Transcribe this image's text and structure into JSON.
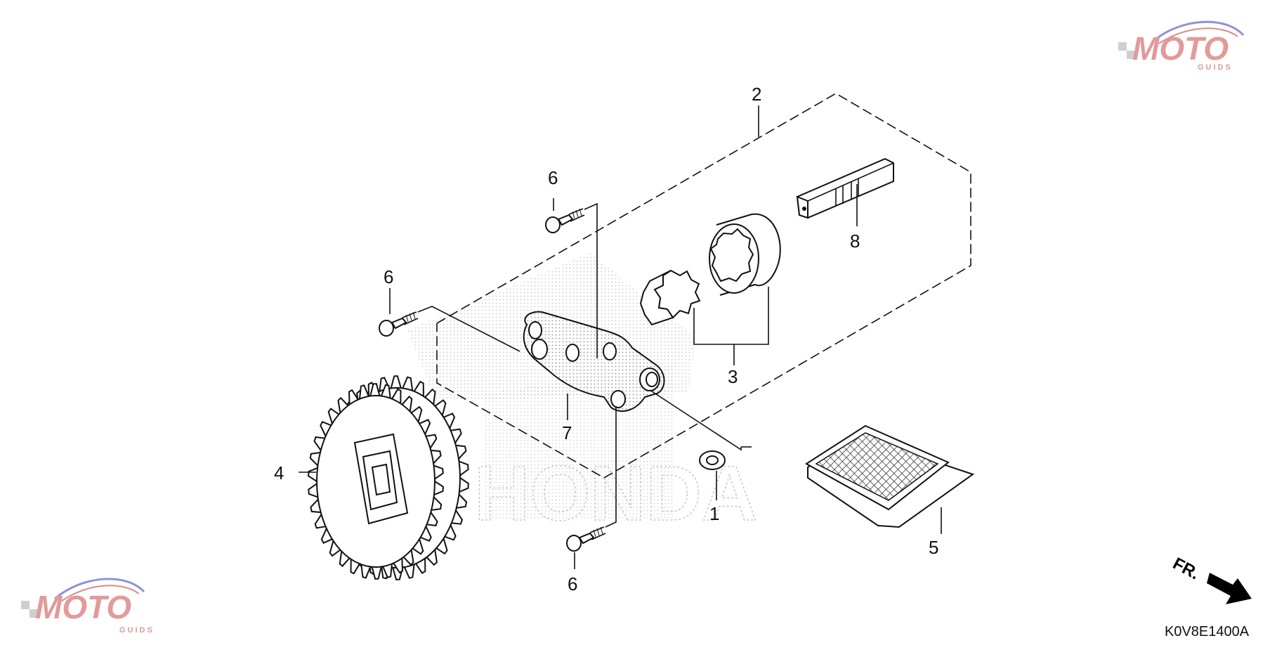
{
  "diagram": {
    "callouts": {
      "c1": "1",
      "c2": "2",
      "c3": "3",
      "c4": "4",
      "c5": "5",
      "c6a": "6",
      "c6b": "6",
      "c6c": "6",
      "c7": "7",
      "c8": "8"
    },
    "direction_label": "FR.",
    "diagram_code": "K0V8E1400A",
    "watermark": {
      "brand": "MOTO",
      "sub": "GUIDS",
      "ghost_text": "HONDA"
    }
  }
}
